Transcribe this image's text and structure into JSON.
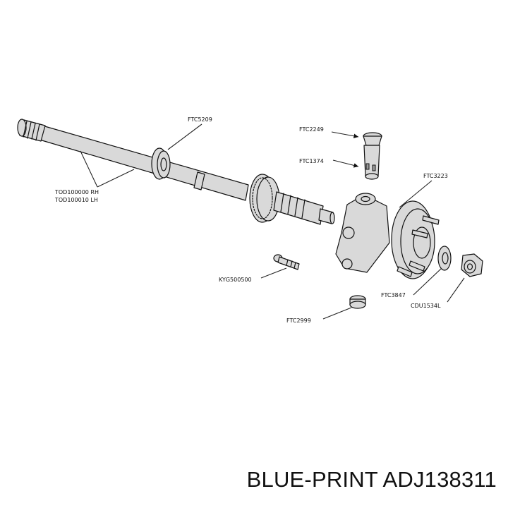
{
  "parts": {
    "shaft_rh": "TOD100000 RH",
    "shaft_lh": "TOD100010 LH",
    "seal": "FTC5209",
    "part_2249": "FTC2249",
    "part_1374": "FTC1374",
    "hub": "FTC3223",
    "bolt": "KYG500500",
    "cap": "FTC2999",
    "washer": "FTC3847",
    "nut": "CDU1534L"
  },
  "caption": "BLUE-PRINT ADJ138311"
}
